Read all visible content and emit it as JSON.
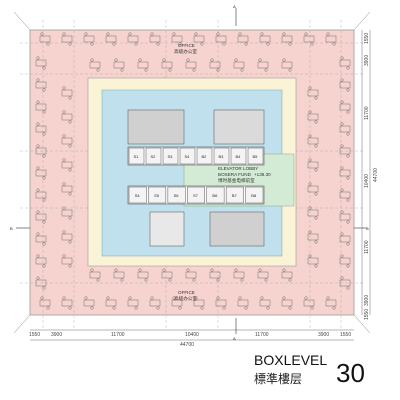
{
  "title": {
    "level_label": "BOXLEVEL",
    "level_label_cn": "標準樓层",
    "level_number": "30"
  },
  "labels": {
    "office_en": "OFFICE",
    "office_cn": "高级办公室",
    "lobby_en": "ELEVATOR LOBBY",
    "lobby_en2": "BOSERA FUND",
    "lobby_level": "+138.30",
    "lobby_cn": "博时基金电梯前室",
    "section_a": "A",
    "section_b": "B"
  },
  "elevators_top": [
    "S1",
    "S2",
    "S3",
    "S4",
    "B2",
    "B3",
    "B4",
    "B5"
  ],
  "elevators_bottom": [
    "S4",
    "S5",
    "S6",
    "S7",
    "B6",
    "B7",
    "B8"
  ],
  "dims_bottom_row1": [
    "1550",
    "3900",
    "11700",
    "10400",
    "11700",
    "3900",
    "1550"
  ],
  "dims_bottom_total": "44700",
  "dims_right": [
    "1550",
    "3900",
    "11700",
    "10400",
    "11700",
    "3900",
    "1550"
  ],
  "dims_right_total": "44700",
  "colors": {
    "office": "#f3c9c4",
    "core_blue": "#bfe0ec",
    "lobby_green": "#d3ead4",
    "corridor": "#fbf3d6",
    "service": "#c9c9c9"
  }
}
